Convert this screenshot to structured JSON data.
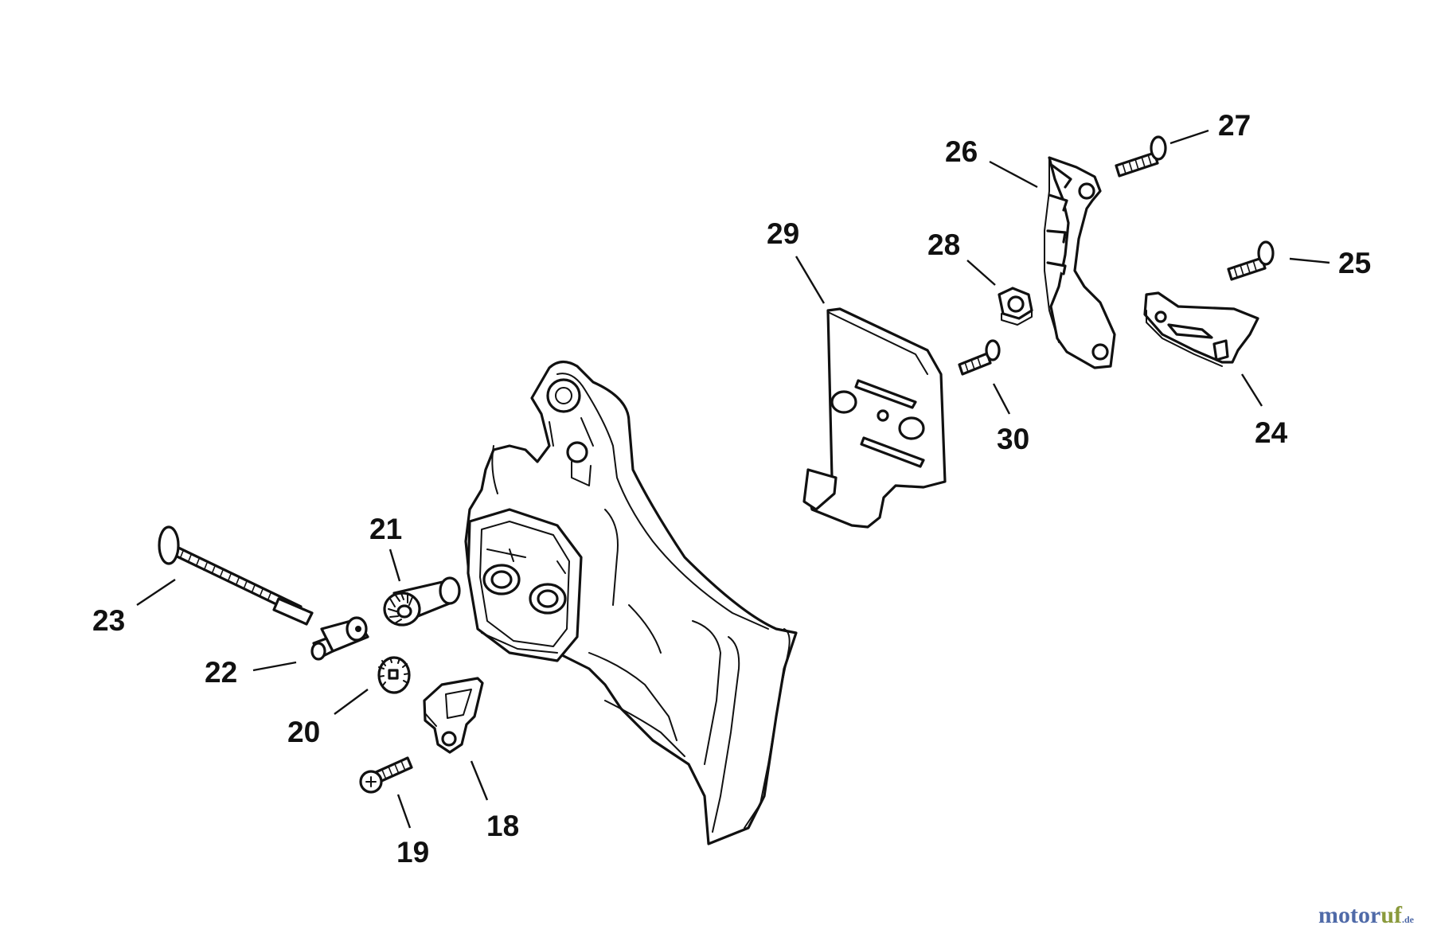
{
  "diagram": {
    "callouts": {
      "c18": "18",
      "c19": "19",
      "c20": "20",
      "c21": "21",
      "c22": "22",
      "c23": "23",
      "c24": "24",
      "c25": "25",
      "c26": "26",
      "c27": "27",
      "c28": "28",
      "c29": "29",
      "c30": "30"
    }
  },
  "watermark": {
    "part1": "motor",
    "part2": "uf",
    "suffix": ".de"
  },
  "colors": {
    "line": "#111111",
    "watermark_blue": "#4f6aa8",
    "watermark_green": "#8a9a3c"
  }
}
